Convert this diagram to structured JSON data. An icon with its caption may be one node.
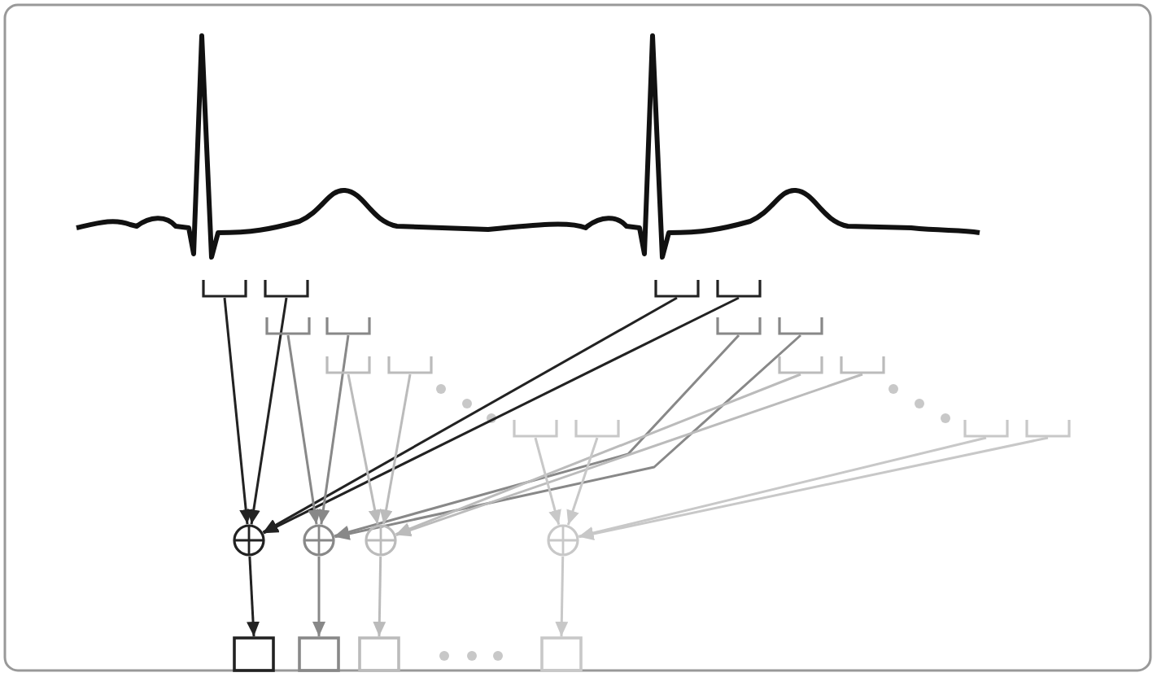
{
  "diagram": {
    "nodes": [
      {
        "text": [],
        "shape": "bracket"
      },
      {
        "text": [],
        "shape": "bracket"
      },
      {
        "text": [],
        "shape": "bracket"
      },
      {
        "text": [],
        "shape": "bracket"
      },
      {
        "text": [],
        "shape": "bracket"
      },
      {
        "text": [],
        "shape": "bracket"
      },
      {
        "text": [],
        "shape": "bracket"
      },
      {
        "text": [],
        "shape": "bracket"
      },
      {
        "text": [],
        "shape": "bracket"
      },
      {
        "text": [],
        "shape": "bracket"
      },
      {
        "text": [],
        "shape": "bracket"
      },
      {
        "text": [],
        "shape": "bracket"
      },
      {
        "text": [],
        "shape": "bracket"
      },
      {
        "text": [],
        "shape": "bracket"
      },
      {
        "text": [],
        "shape": "bracket"
      },
      {
        "text": [],
        "shape": "bracket"
      },
      {
        "text": [],
        "shape": "circle"
      },
      {
        "text": [],
        "shape": "circle"
      },
      {
        "text": [],
        "shape": "circle"
      },
      {
        "text": [],
        "shape": "circle"
      },
      {
        "text": [],
        "shape": "box"
      },
      {
        "text": [],
        "shape": "box"
      },
      {
        "text": [],
        "shape": "box"
      },
      {
        "text": [],
        "shape": "box"
      }
    ],
    "edges": [
      {
        "from": 0,
        "to": 16,
        "arrow": "to",
        "color": "#222222"
      },
      {
        "from": 1,
        "to": 16,
        "arrow": "to",
        "color": "#222222"
      },
      {
        "from": 2,
        "to": 16,
        "arrow": "to",
        "color": "#222222"
      },
      {
        "from": 3,
        "to": 16,
        "arrow": "to",
        "color": "#222222"
      },
      {
        "from": 16,
        "to": 20,
        "arrow": "to",
        "color": "#222222"
      },
      {
        "from": 4,
        "to": 17,
        "arrow": "to",
        "color": "#888888"
      },
      {
        "from": 5,
        "to": 17,
        "arrow": "to",
        "color": "#888888"
      },
      {
        "from": 6,
        "to": 17,
        "arrow": "to",
        "color": "#888888"
      },
      {
        "from": 7,
        "to": 17,
        "arrow": "to",
        "color": "#888888"
      },
      {
        "from": 17,
        "to": 21,
        "arrow": "to",
        "color": "#888888"
      },
      {
        "from": 8,
        "to": 18,
        "arrow": "to",
        "color": "#bbbbbb"
      },
      {
        "from": 9,
        "to": 18,
        "arrow": "to",
        "color": "#bbbbbb"
      },
      {
        "from": 10,
        "to": 18,
        "arrow": "to",
        "color": "#bbbbbb"
      },
      {
        "from": 11,
        "to": 18,
        "arrow": "to",
        "color": "#bbbbbb"
      },
      {
        "from": 18,
        "to": 22,
        "arrow": "to",
        "color": "#bbbbbb"
      },
      {
        "from": 12,
        "to": 19,
        "arrow": "to",
        "color": "#c8c8c8"
      },
      {
        "from": 13,
        "to": 19,
        "arrow": "to",
        "color": "#c8c8c8"
      },
      {
        "from": 14,
        "to": 19,
        "arrow": "to",
        "color": "#c8c8c8"
      },
      {
        "from": 15,
        "to": 19,
        "arrow": "to",
        "color": "#c8c8c8"
      },
      {
        "from": 19,
        "to": 23,
        "arrow": "to",
        "color": "#c8c8c8"
      }
    ]
  }
}
